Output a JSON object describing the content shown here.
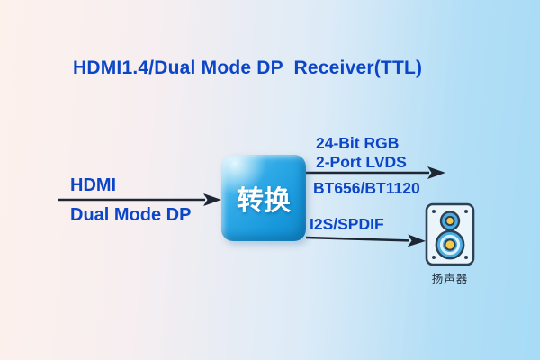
{
  "title": "HDMI1.4/Dual Mode DP  Receiver(TTL)",
  "inputs": {
    "line1": "HDMI",
    "line2": "Dual Mode DP"
  },
  "converter": {
    "label": "转换"
  },
  "outputs": {
    "video": {
      "line1": "24-Bit RGB",
      "line2": "2-Port LVDS",
      "line3": "BT656/BT1120"
    },
    "audio": {
      "label": "I2S/SPDIF"
    }
  },
  "speaker": {
    "label": "扬声器"
  },
  "colors": {
    "text_blue": "#0b46c9",
    "arrow": "#1e2633",
    "bg_left": "#fdf1ec",
    "bg_right": "#a7dbf6",
    "box_blue_light": "#6fd0f5",
    "box_blue_dark": "#0f86c6",
    "speaker_body": "#eaf4fb",
    "speaker_outline": "#2e4053",
    "speaker_cone_blue": "#4aafe5",
    "speaker_cone_yellow": "#f6c94a"
  }
}
